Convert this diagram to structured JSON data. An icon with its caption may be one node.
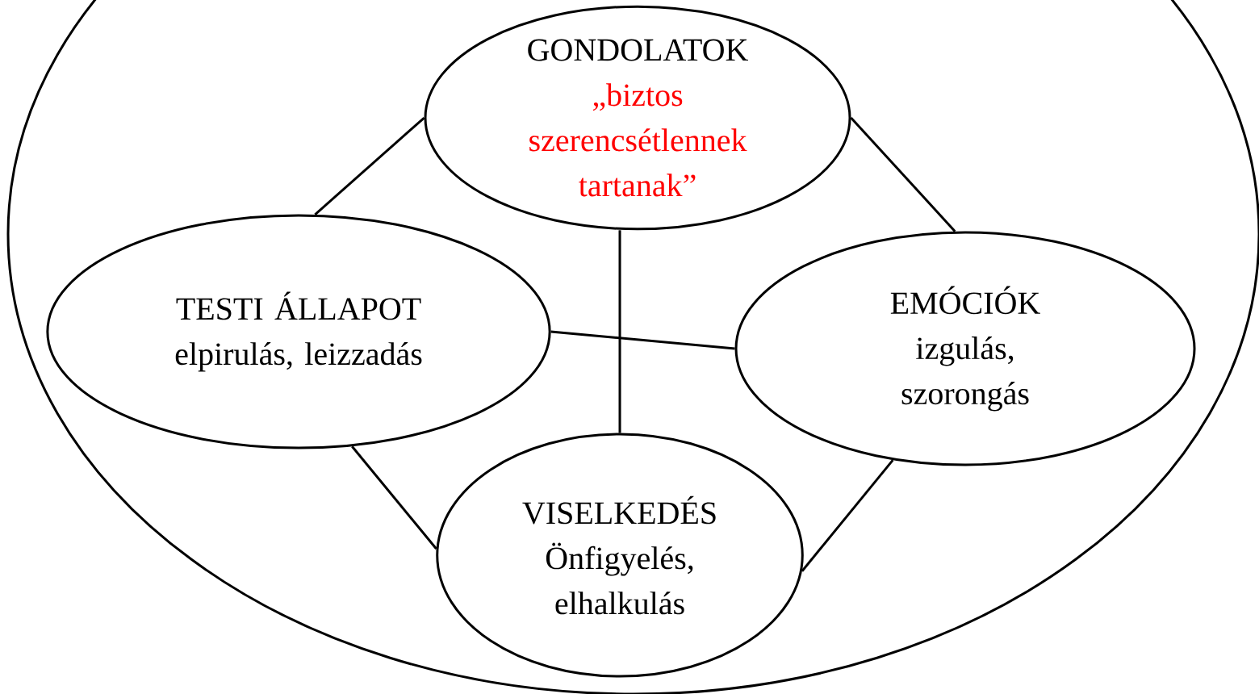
{
  "diagram": {
    "nodes": [
      {
        "text": [],
        "shape": "ellipse"
      },
      {
        "text": [
          "GONDOLATOK",
          "„biztos szerencsétlennek tartanak”"
        ],
        "in": 0
      },
      {
        "text": [
          "TESTI ÁLLAPOT",
          "elpirulás, leizzadás"
        ],
        "in": 0
      },
      {
        "text": [
          "EMÓCIÓK",
          "izgulás, szorongás"
        ],
        "in": 0
      },
      {
        "text": [
          "VISELKEDÉS",
          "Önfigyelés, elhalkulás"
        ],
        "in": 0
      }
    ],
    "edges": [
      {
        "from": 1,
        "to": 2,
        "arrow": "none"
      },
      {
        "from": 1,
        "to": 3,
        "arrow": "none"
      },
      {
        "from": 1,
        "to": 4,
        "arrow": "none"
      },
      {
        "from": 2,
        "to": 3,
        "arrow": "none"
      },
      {
        "from": 2,
        "to": 4,
        "arrow": "none"
      },
      {
        "from": 3,
        "to": 4,
        "arrow": "none"
      }
    ]
  }
}
